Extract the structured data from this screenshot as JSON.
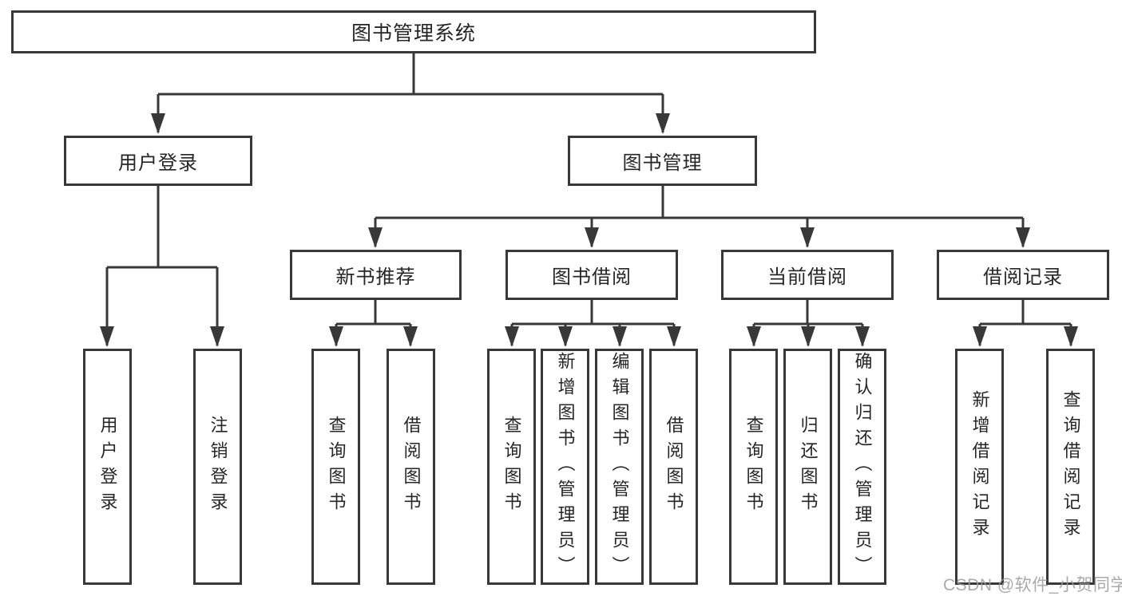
{
  "diagram": {
    "root": {
      "label": "图书管理系统"
    },
    "branches": [
      {
        "label": "用户登录",
        "children": [
          {
            "label": "用户登录"
          },
          {
            "label": "注销登录"
          }
        ]
      },
      {
        "label": "图书管理",
        "children": [
          {
            "label": "新书推荐",
            "children": [
              {
                "label": "查询图书"
              },
              {
                "label": "借阅图书"
              }
            ]
          },
          {
            "label": "图书借阅",
            "children": [
              {
                "label": "查询图书"
              },
              {
                "label": "新增图书（管理员）"
              },
              {
                "label": "编辑图书（管理员）"
              },
              {
                "label": "借阅图书"
              }
            ]
          },
          {
            "label": "当前借阅",
            "children": [
              {
                "label": "查询图书"
              },
              {
                "label": "归还图书"
              },
              {
                "label": "确认归还（管理员）"
              }
            ]
          },
          {
            "label": "借阅记录",
            "children": [
              {
                "label": "新增借阅记录"
              },
              {
                "label": "查询借阅记录"
              }
            ]
          }
        ]
      }
    ],
    "colors": {
      "line": "#383838",
      "box_border": "#383838",
      "text": "#262626",
      "background": "#ffffff",
      "watermark": "#9b9b9b"
    }
  },
  "watermark": {
    "text": "CSDN @软件_小贺同学"
  }
}
